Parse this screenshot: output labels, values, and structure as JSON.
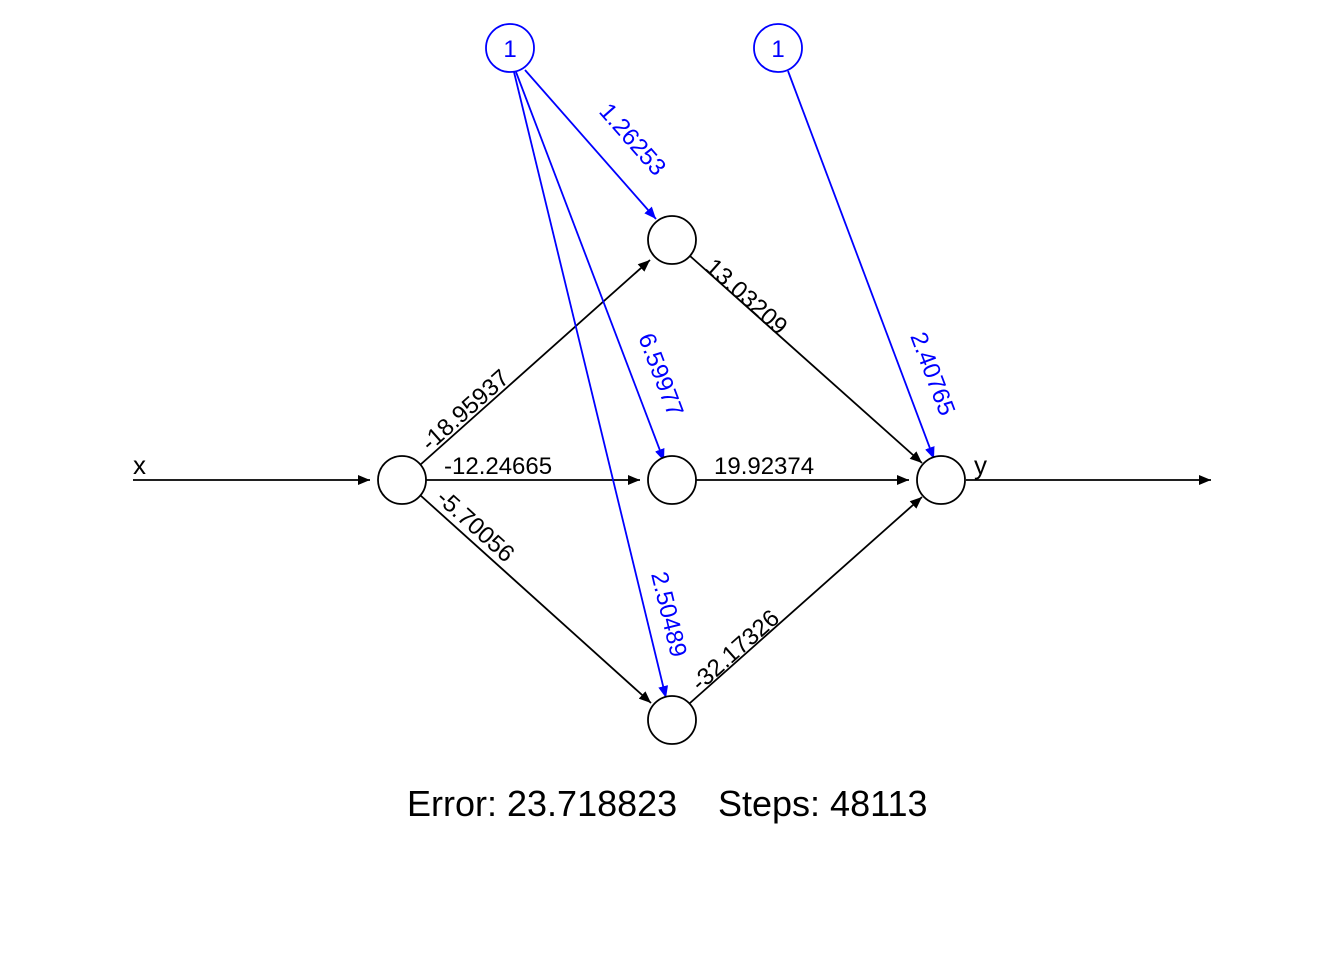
{
  "network": {
    "input_label": "x",
    "output_label": "y",
    "bias_label": "1",
    "weights": {
      "x_to_h1": "-18.95937",
      "x_to_h2": "-12.24665",
      "x_to_h3": "-5.70056",
      "h1_to_y": "13.03209",
      "h2_to_y": "19.92374",
      "h3_to_y": "-32.17326",
      "b1_to_h1": "1.26253",
      "b1_to_h2": "6.59977",
      "b1_to_h3": "2.50489",
      "b2_to_y": "2.40765"
    }
  },
  "footer": {
    "error_text": "Error: 23.718823",
    "steps_text": "Steps: 48113"
  },
  "colors": {
    "edge": "#000000",
    "bias": "#0000ff"
  }
}
